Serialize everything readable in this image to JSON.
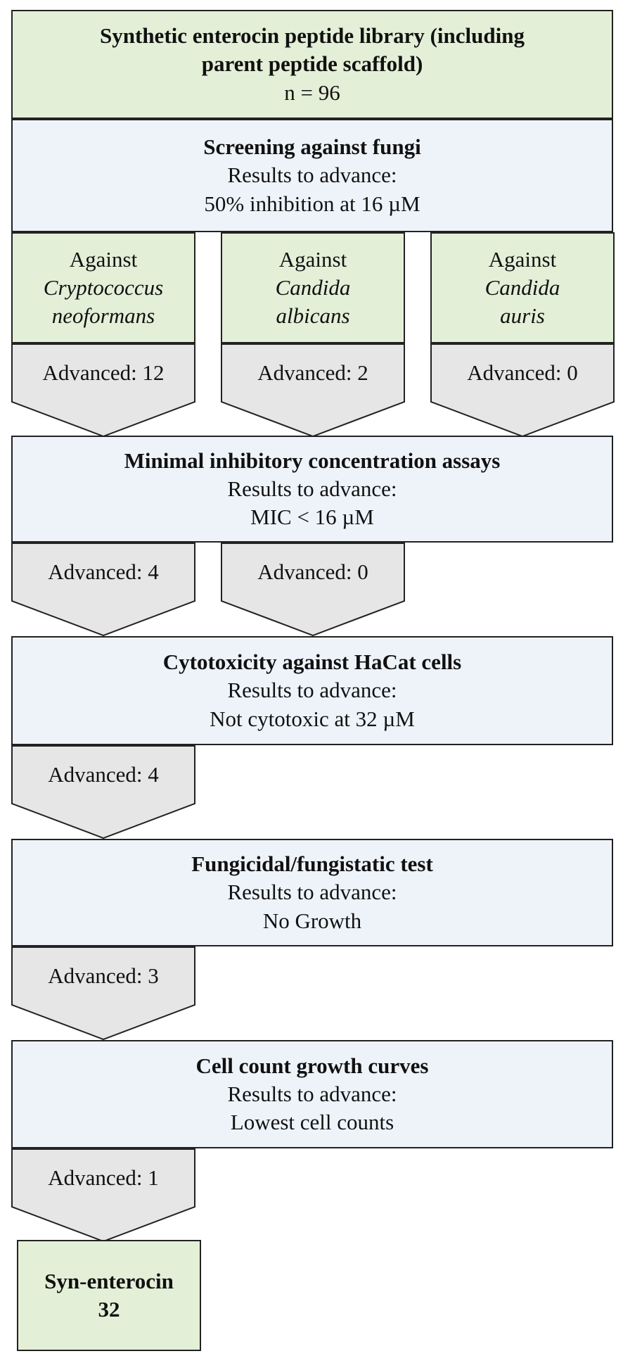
{
  "library": {
    "line1": "Synthetic enterocin peptide library (including",
    "line2": "parent peptide scaffold)",
    "line3": "n = 96"
  },
  "screening": {
    "title": "Screening against fungi",
    "subtitle": "Results to advance:",
    "criterion": "50% inhibition at 16 µM"
  },
  "organisms": [
    {
      "label": "Against",
      "genus": "Cryptococcus",
      "species": "neoformans",
      "advanced": "Advanced: 12"
    },
    {
      "label": "Against",
      "genus": "Candida",
      "species": "albicans",
      "advanced": "Advanced: 2"
    },
    {
      "label": "Against",
      "genus": "Candida",
      "species": "auris",
      "advanced": "Advanced: 0"
    }
  ],
  "mic": {
    "title": "Minimal inhibitory concentration assays",
    "subtitle": "Results to advance:",
    "criterion": "MIC < 16 µM",
    "advanced": [
      "Advanced: 4",
      "Advanced: 0"
    ]
  },
  "cytotoxicity": {
    "title": "Cytotoxicity against HaCat cells",
    "subtitle": "Results to advance:",
    "criterion": "Not cytotoxic at 32 µM",
    "advanced": "Advanced: 4"
  },
  "fungicidal": {
    "title": "Fungicidal/fungistatic test",
    "subtitle": "Results to advance:",
    "criterion": "No Growth",
    "advanced": "Advanced: 3"
  },
  "growth": {
    "title": "Cell count growth curves",
    "subtitle": "Results to advance:",
    "criterion": "Lowest cell counts",
    "advanced": "Advanced: 1"
  },
  "result": {
    "line1": "Syn-enterocin",
    "line2": "32"
  },
  "colors": {
    "green_box": "#e3efd7",
    "blue_box": "#eef3fa",
    "arrow_fill": "#e6e6e6",
    "border": "#222222"
  }
}
